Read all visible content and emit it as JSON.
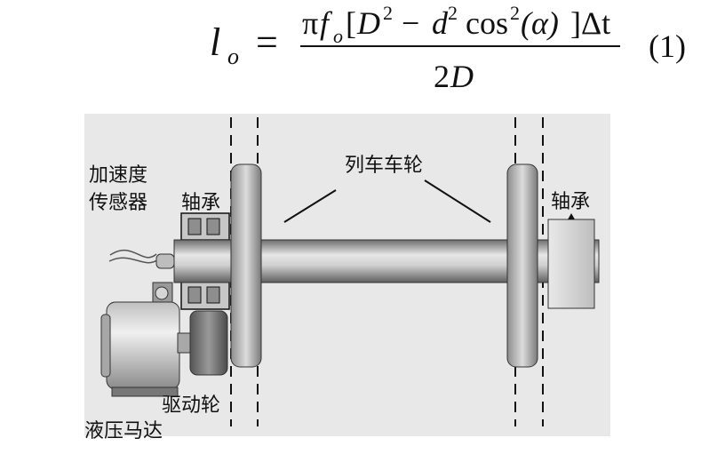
{
  "equation": {
    "lhs_symbol": "l",
    "lhs_subscript": "o",
    "equals": "=",
    "num_pi": "π",
    "num_f": "f",
    "num_f_subscript": "o",
    "num_open_bracket": "[",
    "num_D": "D",
    "num_D_exp": "2",
    "num_minus": "−",
    "num_d": "d",
    "num_d_exp": "2",
    "num_cos": "cos",
    "num_cos_exp": "2",
    "num_alpha_part": "(α)",
    "num_close_bracket": "]",
    "num_delta_t": "Δt",
    "den_two": "2",
    "den_D": "D",
    "number": "(1)"
  },
  "diagram": {
    "labels": {
      "sensor_line1": "加速度",
      "sensor_line2": "传感器",
      "bearing_left": "轴承",
      "wheels": "列车车轮",
      "bearing_right": "轴承",
      "drive_wheel": "驱动轮",
      "hydraulic_motor": "液压马达"
    },
    "colors": {
      "background": "#e8e8e8",
      "line": "#111111",
      "metal_light": "#d6d6d6",
      "metal_dark": "#6d6d6d"
    }
  }
}
